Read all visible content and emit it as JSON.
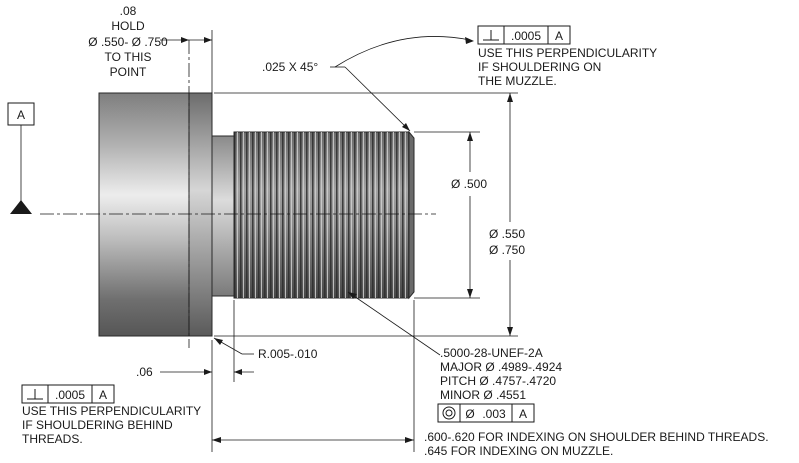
{
  "datum": {
    "label": "A"
  },
  "notes": {
    "hold_depth": ".08",
    "hold_label": "HOLD",
    "hold_dia": "Ø .550- Ø .750",
    "hold_to": "TO THIS",
    "hold_point": "POINT",
    "chamfer": ".025 X 45°",
    "thread_dia": "Ø .500",
    "shoulder_dia_1": "Ø .550",
    "shoulder_dia_2": "Ø .750",
    "radius": "R.005-.010",
    "undercut": ".06"
  },
  "fcf_top": {
    "symbol": "perpendicularity-icon",
    "tolerance": ".0005",
    "datum": "A",
    "note_1": "USE THIS PERPENDICULARITY",
    "note_2": "IF SHOULDERING ON",
    "note_3": "THE MUZZLE."
  },
  "fcf_left": {
    "symbol": "perpendicularity-icon",
    "tolerance": ".0005",
    "datum": "A",
    "note_1": "USE THIS PERPENDICULARITY",
    "note_2": "IF SHOULDERING BEHIND",
    "note_3": "THREADS."
  },
  "thread_spec": {
    "line_1": ".5000-28-UNEF-2A",
    "line_2": "MAJOR Ø .4989-.4924",
    "line_3": "PITCH Ø .4757-.4720",
    "line_4": "MINOR Ø .4551"
  },
  "fcf_concentric": {
    "symbol": "concentricity-icon",
    "dia_symbol": "Ø",
    "tolerance": ".003",
    "datum": "A"
  },
  "length_notes": {
    "line_1": ".600-.620 FOR INDEXING ON SHOULDER BEHIND THREADS.",
    "line_2": ".645 FOR INDEXING ON MUZZLE."
  }
}
